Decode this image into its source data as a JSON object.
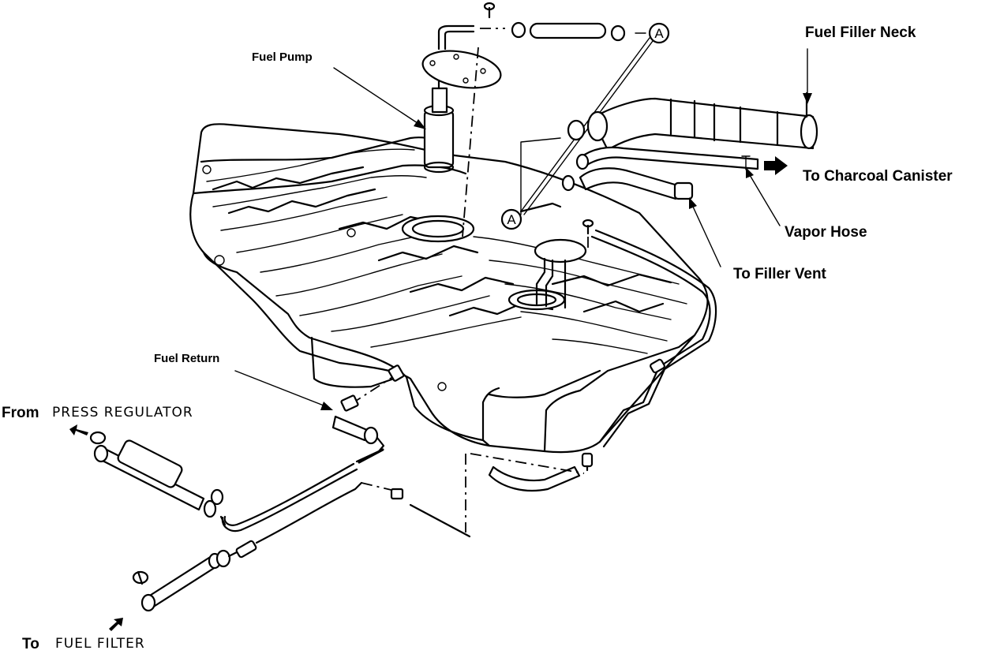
{
  "labels": {
    "fuel_pump": "Fuel Pump",
    "fuel_filler_neck": "Fuel Filler Neck",
    "to_charcoal_canister": "To Charcoal Canister",
    "vapor_hose": "Vapor Hose",
    "to_filler_vent": "To Filler Vent",
    "fuel_return": "Fuel Return",
    "from_press_regulator_prefix": "From",
    "from_press_regulator_text": "PRESS REGULATOR",
    "to_fuel_filter_prefix": "To",
    "to_fuel_filter_text": "FUEL FILTER",
    "callout_a_top": "A",
    "callout_a_mid": "A"
  }
}
